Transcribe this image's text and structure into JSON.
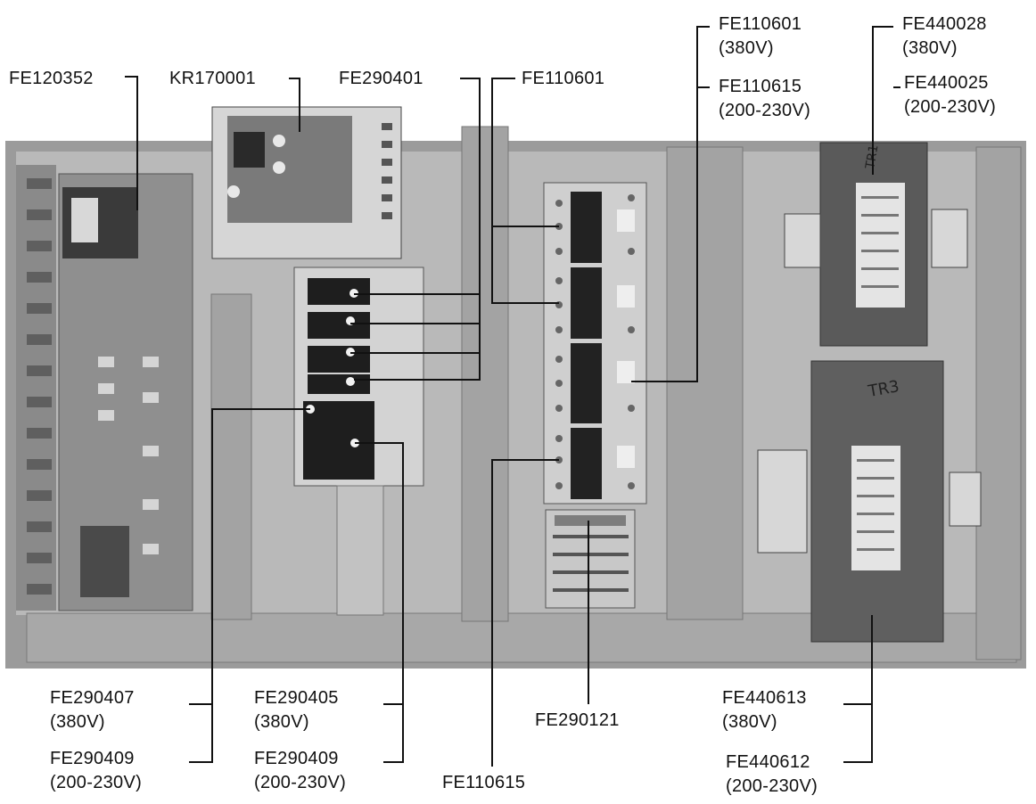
{
  "callouts": {
    "fe120352": "FE120352",
    "kr170001": "KR170001",
    "fe290401": "FE290401",
    "fe110601_top": "FE110601",
    "fe110601_380": {
      "code": "FE110601",
      "voltage": "(380V)"
    },
    "fe110615_200": {
      "code": "FE110615",
      "voltage": "(200-230V)"
    },
    "fe440028": {
      "code": "FE440028",
      "voltage": "(380V)"
    },
    "fe440025": {
      "code": "FE440025",
      "voltage": "(200-230V)"
    },
    "fe290407": {
      "code": "FE290407",
      "voltage": "(380V)"
    },
    "fe290409_left": {
      "code": "FE290409",
      "voltage": "(200-230V)"
    },
    "fe290405": {
      "code": "FE290405",
      "voltage": "(380V)"
    },
    "fe290409_mid": {
      "code": "FE290409",
      "voltage": "(200-230V)"
    },
    "fe290121": "FE290121",
    "fe110615_bottom": "FE110615",
    "fe440613": {
      "code": "FE440613",
      "voltage": "(380V)"
    },
    "fe440612": {
      "code": "FE440612",
      "voltage": "(200-230V)"
    }
  },
  "photo_markings": {
    "transformer_top": "TR1",
    "transformer_bottom": "TR3"
  }
}
